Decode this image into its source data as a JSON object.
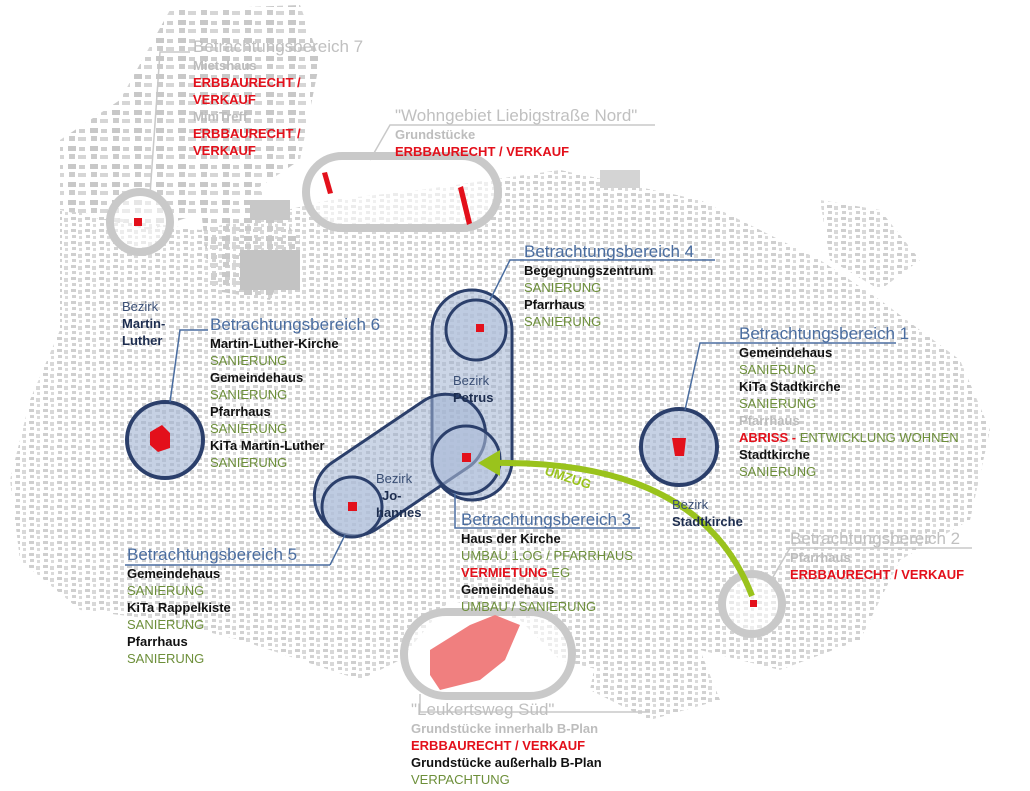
{
  "umzug_label": "UMZUG",
  "districts": {
    "martin_luther": {
      "prefix": "Bezirk",
      "name_1": "Martin-",
      "name_2": "Luther"
    },
    "petrus": {
      "prefix": "Bezirk",
      "name": "Petrus"
    },
    "johannes": {
      "prefix": "Bezirk",
      "name_1": "Jo-",
      "name_2": "hannes"
    },
    "stadtkirche": {
      "prefix": "Bezirk",
      "name": "Stadtkirche"
    }
  },
  "areas": {
    "b1": {
      "title": "Betrachtungsbereich 1",
      "items": [
        {
          "name": "Gemeindehaus",
          "status": "SANIERUNG"
        },
        {
          "name": "KiTa Stadtkirche",
          "status": "SANIERUNG"
        },
        {
          "name": "Pfarrhaus",
          "status_red": "ABRISS -",
          "status": "ENTWICKLUNG WOHNEN"
        },
        {
          "name": "Stadtkirche",
          "status": "SANIERUNG"
        }
      ]
    },
    "b2": {
      "title": "Betrachtungsbereich 2",
      "name": "Pfarrhaus",
      "status": "ERBBAURECHT / VERKAUF"
    },
    "b3": {
      "title": "Betrachtungsbereich 3",
      "items": [
        {
          "name": "Haus der Kirche",
          "status": "UMBAU 1.OG / PFARRHAUS"
        },
        {
          "status_red": "VERMIETUNG",
          "status": "EG"
        },
        {
          "name": "Gemeindehaus",
          "status": "UMBAU / SANIERUNG"
        }
      ]
    },
    "b4": {
      "title": "Betrachtungsbereich 4",
      "items": [
        {
          "name": "Begegnungszentrum",
          "status": "SANIERUNG"
        },
        {
          "name": "Pfarrhaus",
          "status": "SANIERUNG"
        }
      ]
    },
    "b5": {
      "title": "Betrachtungsbereich 5",
      "items": [
        {
          "name": "Gemeindehaus",
          "status": "SANIERUNG"
        },
        {
          "name": "KiTa Rappelkiste",
          "status": "SANIERUNG"
        },
        {
          "name": "Pfarrhaus",
          "status": "SANIERUNG"
        }
      ]
    },
    "b6": {
      "title": "Betrachtungsbereich 6",
      "items": [
        {
          "name": "Martin-Luther-Kirche",
          "status": "SANIERUNG"
        },
        {
          "name": "Gemeindehaus",
          "status": "SANIERUNG"
        },
        {
          "name": "Pfarrhaus",
          "status": "SANIERUNG"
        },
        {
          "name": "KiTa Martin-Luther",
          "status": "SANIERUNG"
        }
      ]
    },
    "b7": {
      "title": "Betrachtungsbereich 7",
      "items": [
        {
          "name": "Mietshaus",
          "status": "ERBBAURECHT /",
          "status2": "VERKAUF"
        },
        {
          "name": "MiniTreff",
          "status": "ERBBAURECHT /",
          "status2": "VERKAUF"
        }
      ]
    },
    "liebig": {
      "title": "\"Wohngebiet Liebigstraße Nord\"",
      "name": "Grundstücke",
      "status": "ERBBAURECHT / VERKAUF"
    },
    "leukert": {
      "title": "\"Leukertsweg Süd\"",
      "name_1": "Grundstücke innerhalb B-Plan",
      "status_1": "ERBBAURECHT / VERKAUF",
      "name_2": "Grundstücke außerhalb B-Plan",
      "status_2": "VERPACHTUNG"
    }
  },
  "colors": {
    "area_title": "#4a6da0",
    "building_name": "#111111",
    "status_green": "#6d8f3a",
    "status_red": "#e3101b",
    "inactive_grey": "#bdbdbd",
    "highlight_blue": "#2b3f6b",
    "highlight_fill": "#c9d3e6",
    "arrow_green": "#9ac31c",
    "city_blocks": "#d4d4d4"
  }
}
